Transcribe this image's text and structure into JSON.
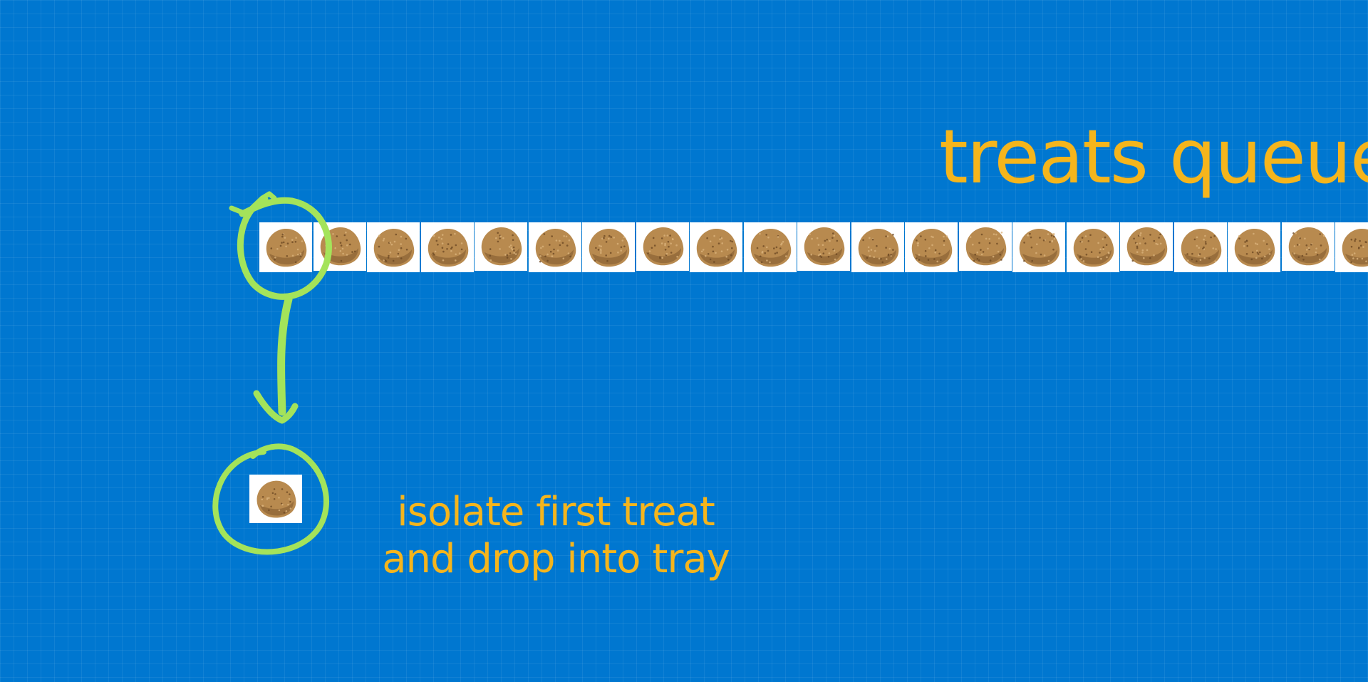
{
  "title": "treats queue",
  "caption": {
    "line1": "isolate first treat",
    "line2": "and drop into tray"
  },
  "queue": {
    "item_icon": "treat-kibble-icon",
    "visible_count": 21
  },
  "colors": {
    "background": "#0077d0",
    "text_accent": "#f5b51c",
    "annotation": "#a4e35a"
  }
}
